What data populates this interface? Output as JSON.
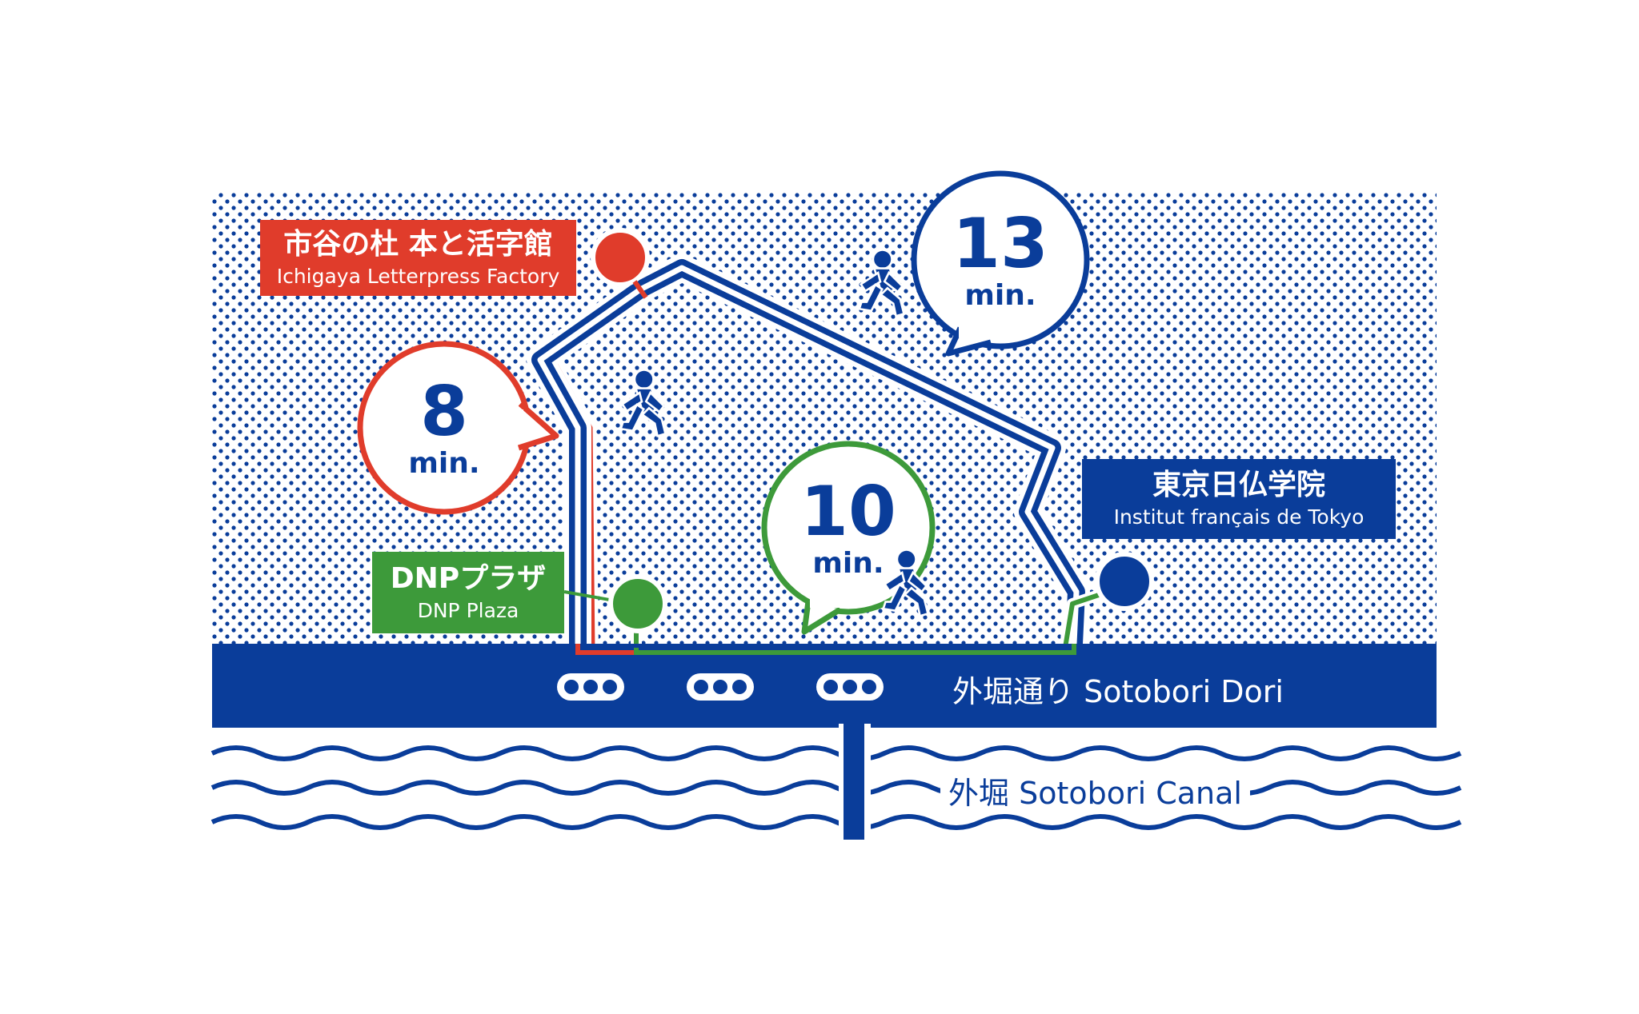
{
  "colors": {
    "blue": "#0a3d9a",
    "red": "#e03c2b",
    "green": "#3d9a3a",
    "white": "#ffffff"
  },
  "places": {
    "ichigaya": {
      "ja": "市谷の杜 本と活字館",
      "en": "Ichigaya Letterpress Factory"
    },
    "dnp_plaza": {
      "ja": "DNPプラザ",
      "en": "DNP Plaza"
    },
    "institut": {
      "ja": "東京日仏学院",
      "en": "Institut français de Tokyo"
    }
  },
  "road": {
    "label": "外堀通り  Sotobori Dori"
  },
  "canal": {
    "label": "外堀  Sotobori Canal"
  },
  "walk_times": {
    "red": {
      "value": "8",
      "unit": "min."
    },
    "green": {
      "value": "10",
      "unit": "min."
    },
    "blue": {
      "value": "13",
      "unit": "min."
    }
  },
  "icons": [
    "walking-person-icon",
    "traffic-signal-icon",
    "location-pin-icon",
    "speech-bubble-icon"
  ]
}
